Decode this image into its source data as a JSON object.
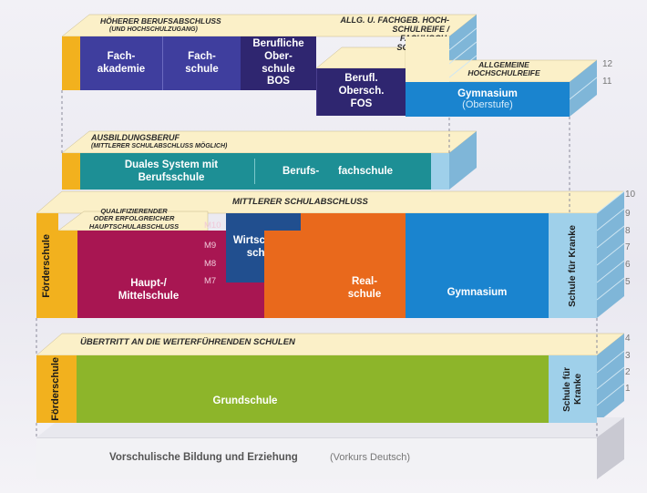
{
  "colors": {
    "yellow": "#f2b11e",
    "cream": "#fbf0c8",
    "blue_purple": "#3f3e9e",
    "dark_purple": "#2f2670",
    "teal": "#1d8f95",
    "magenta": "#a81652",
    "orange": "#e9691c",
    "blue": "#1a84cf",
    "navy": "#214f8f",
    "light_blue": "#9fd0ea",
    "green": "#8db52a",
    "pale": "#eeeef2"
  },
  "top_band": {
    "hoeher_title": "HÖHERER BERUFSABSCHLUSS",
    "hoeher_sub": "(UND HOCHSCHULZUGANG)",
    "allg_label": "ALLG. U.   FACHGEB. HOCH-\nSCHULREIFE /\nFACHHOCH-\nSCHULREIFE",
    "fachakademie": "Fach-\nakademie",
    "fachschule": "Fach-\nschule",
    "bos": "Berufliche\nOber-\nschule\nBOS",
    "fos": "Berufl.\nObersch.\nFOS",
    "allgemeine_hochschulreife": "ALLGEMEINE\nHOCHSCHULREIFE",
    "gymnasium_oberstufe_title": "Gymnasium",
    "gymnasium_oberstufe_sub": "(Oberstufe)"
  },
  "ausbildung_band": {
    "title": "AUSBILDUNGSBERUF",
    "sub": "(MITTLERER SCHULABSCHLUSS MÖGLICH)",
    "duales": "Duales System mit\nBerufsschule",
    "berufsfachschule_a": "Berufs-",
    "berufsfachschule_b": "fachschule"
  },
  "mid_band": {
    "qualifizierender": "QUALIFIZIERENDER\nODER ERFOLGREICHER\nHAUPTSCHULABSCHLUSS",
    "mittlerer": "MITTLERER   SCHULABSCHLUSS",
    "foerderschule": "Förderschule",
    "haupt_mittelschule": "Haupt-/\nMittelschule",
    "m_grades": [
      "M10",
      "M9",
      "M8",
      "M7"
    ],
    "wirtschaftsschule": "Wirtschafts-\nschule",
    "realschule": "Real-\nschule",
    "gymnasium": "Gymnasium",
    "schule_fuer_kranke": "Schule für Kranke"
  },
  "uebertritt": "ÜBERTRITT AN DIE WEITERFÜHRENDEN   SCHULEN",
  "grund_band": {
    "foerderschule": "Förderschule",
    "grundschule": "Grundschule",
    "schule_fuer_kranke": "Schule für\nKranke"
  },
  "vorschule": {
    "main": "Vorschulische Bildung und Erziehung",
    "sub": "(Vorkurs Deutsch)"
  },
  "grades": [
    "12",
    "11",
    "10",
    "9",
    "8",
    "7",
    "6",
    "5",
    "4",
    "3",
    "2",
    "1"
  ]
}
